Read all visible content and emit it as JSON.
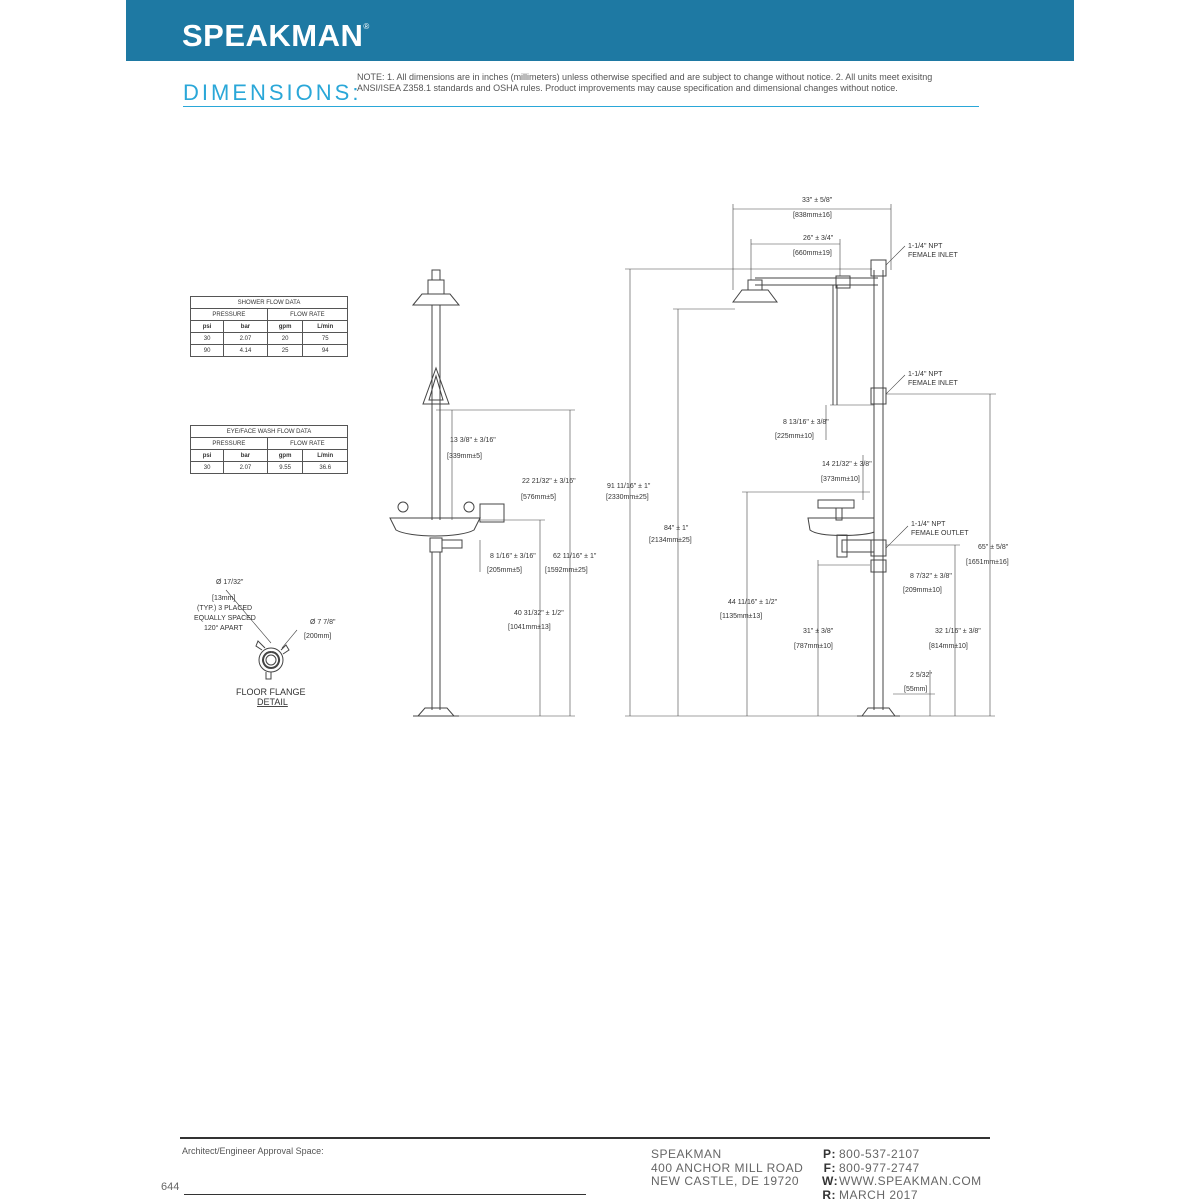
{
  "header": {
    "brand": "SPEAKMAN",
    "brand_mark": "®",
    "color": "#1e79a3"
  },
  "dimensions": {
    "title": "DIMENSIONS:",
    "note": "NOTE: 1. All dimensions are in inches (millimeters) unless otherwise specified and are subject to change without notice. 2. All units meet exisitng ANSI/ISEA Z358.1 standards and OSHA rules. Product improvements may cause specification and dimensional changes without notice.",
    "accent": "#2aa7d8"
  },
  "shower_table": {
    "title": "SHOWER FLOW DATA",
    "group_pressure": "PRESSURE",
    "group_flow": "FLOW RATE",
    "columns": [
      "psi",
      "bar",
      "gpm",
      "L/min"
    ],
    "rows": [
      [
        "30",
        "2.07",
        "20",
        "75"
      ],
      [
        "90",
        "4.14",
        "25",
        "94"
      ]
    ]
  },
  "eye_table": {
    "title": "EYE/FACE WASH FLOW DATA",
    "group_pressure": "PRESSURE",
    "group_flow": "FLOW RATE",
    "columns": [
      "psi",
      "bar",
      "gpm",
      "L/min"
    ],
    "rows": [
      [
        "30",
        "2.07",
        "9.55",
        "36.6"
      ]
    ]
  },
  "flange": {
    "hole_dia": "Ø 17/32\"",
    "hole_mm": "[13mm]",
    "note1": "(TYP.) 3 PLACED",
    "note2": "EQUALLY SPACED",
    "note3": "120° APART",
    "outer_dia": "Ø 7 7/8\"",
    "outer_mm": "[200mm]",
    "label1": "FLOOR FLANGE",
    "label2": "DETAIL"
  },
  "front_dims": {
    "d1": "13 3/8\" ± 3/16\"",
    "d1_mm": "[339mm±5]",
    "d2": "22 21/32\" ± 3/16\"",
    "d2_mm": "[576mm±5]",
    "d3": "8 1/16\" ± 3/16\"",
    "d3_mm": "[205mm±5]",
    "d4": "62 11/16\" ± 1\"",
    "d4_mm": "[1592mm±25]",
    "d5": "40 31/32\" ± 1/2\"",
    "d5_mm": "[1041mm±13]"
  },
  "side_dims": {
    "w1": "33\" ± 5/8\"",
    "w1_mm": "[838mm±16]",
    "w2": "26\" ± 3/4\"",
    "w2_mm": "[660mm±19]",
    "inlet_top_1": "1-1/4\" NPT",
    "inlet_top_2": "FEMALE INLET",
    "inlet_mid_1": "1-1/4\" NPT",
    "inlet_mid_2": "FEMALE INLET",
    "outlet_1": "1-1/4\" NPT",
    "outlet_2": "FEMALE OUTLET",
    "h_total": "91 11/16\" ± 1\"",
    "h_total_mm": "[2330mm±25]",
    "h_head": "84\" ± 1\"",
    "h_head_mm": "[2134mm±25]",
    "d_pull": "8 13/16\" ± 3/8\"",
    "d_pull_mm": "[225mm±10]",
    "d_bowl": "14 21/32\" ± 3/8\"",
    "d_bowl_mm": "[373mm±10]",
    "h_inlet": "65\" ± 5/8\"",
    "h_inlet_mm": "[1651mm±16]",
    "d_outlet": "8 7/32\" ± 3/8\"",
    "d_outlet_mm": "[209mm±10]",
    "h_bowl": "44 11/16\" ± 1/2\"",
    "h_bowl_mm": "[1135mm±13]",
    "h_31": "31\" ± 3/8\"",
    "h_31_mm": "[787mm±10]",
    "h_32": "32 1/16\" ± 3/8\"",
    "h_32_mm": "[814mm±10]",
    "h_flange": "2 5/32\"",
    "h_flange_mm": "[55mm]"
  },
  "footer": {
    "approval": "Architect/Engineer Approval Space:",
    "page": "644",
    "company": "SPEAKMAN",
    "address1": "400 ANCHOR MILL ROAD",
    "address2": "NEW CASTLE, DE 19720",
    "p_label": "P:",
    "phone": "800-537-2107",
    "f_label": "F:",
    "fax": "800-977-2747",
    "w_label": "W:",
    "web": "WWW.SPEAKMAN.COM",
    "r_label": "R:",
    "revision": "MARCH 2017"
  }
}
